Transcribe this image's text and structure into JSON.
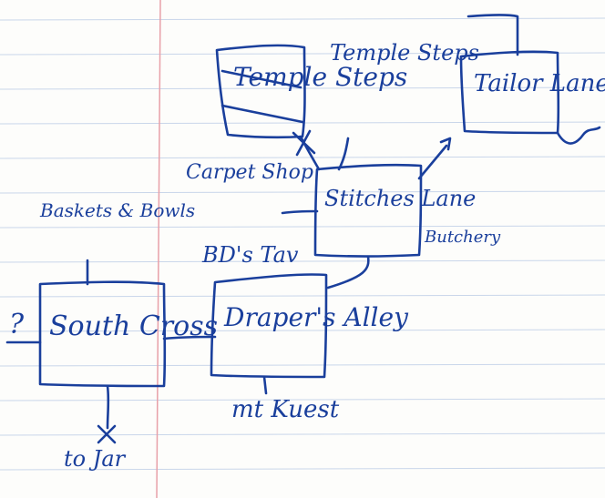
{
  "diagram": {
    "nodes": [
      {
        "id": "temple-steps-crossed",
        "label": "Temple Steps",
        "struck": true
      },
      {
        "id": "temple-steps",
        "label": "Temple Steps"
      },
      {
        "id": "tailor-lane",
        "label": "Tailor Lane"
      },
      {
        "id": "stitches-lane",
        "label": "Stitches Lane"
      },
      {
        "id": "south-cross",
        "label": "South Cross"
      },
      {
        "id": "drapers-alley",
        "label": "Draper's Alley"
      }
    ],
    "notes": {
      "baskets_and_bowls": "Baskets & Bowls",
      "carpet_shop": "Carpet Shop",
      "bds_tav": "BD's Tav",
      "butchery": "Butchery",
      "mt_kuest": "mt Kuest",
      "question": "?",
      "to_jar": "to Jar"
    }
  },
  "colors": {
    "ink": "#1a3f9c",
    "ruled_lines": "#c9d6ea",
    "margin_line": "#e8a0a8"
  }
}
